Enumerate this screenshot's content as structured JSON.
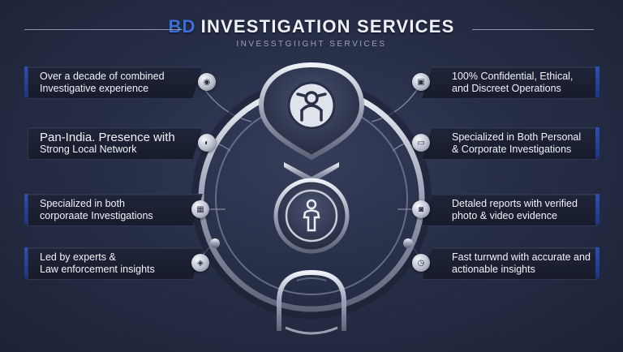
{
  "header": {
    "logo_text": "BD",
    "title": "INVESTIGATION SERVICES",
    "subtitle": "INVESSTGIIGHT SERVICES"
  },
  "features_left": [
    {
      "line1": "Over a decade of combined",
      "line2": "Investigative experience",
      "icon": "eye-icon"
    },
    {
      "line1": "Pan-India. Presence with",
      "line2": "Strong Local Network",
      "icon": "globe-icon"
    },
    {
      "line1": "Specialized in both",
      "line2": "corporaate Investigations",
      "icon": "building-icon"
    },
    {
      "line1": "Led by experts &",
      "line2": "Law enforcement insights",
      "icon": "badge-icon"
    }
  ],
  "features_right": [
    {
      "line1": "100% Confidential, Ethical,",
      "line2": "and Discreet Operations",
      "icon": "lock-icon"
    },
    {
      "line1": "Specialized in Both Personal",
      "line2": "& Corporate Investigations",
      "icon": "briefcase-icon"
    },
    {
      "line1": "Detaled reports with verified",
      "line2": "photo & video evidence",
      "icon": "camera-icon"
    },
    {
      "line1": "Fast turrwnd with accurate and",
      "line2": "actionable insights",
      "icon": "clock-icon"
    }
  ],
  "center_icons": [
    "detective-icon",
    "person-icon",
    "helmet-icon"
  ],
  "colors": {
    "accent": "#2f4fb0",
    "chrome": "#c9ceda",
    "background": "#272e47"
  }
}
